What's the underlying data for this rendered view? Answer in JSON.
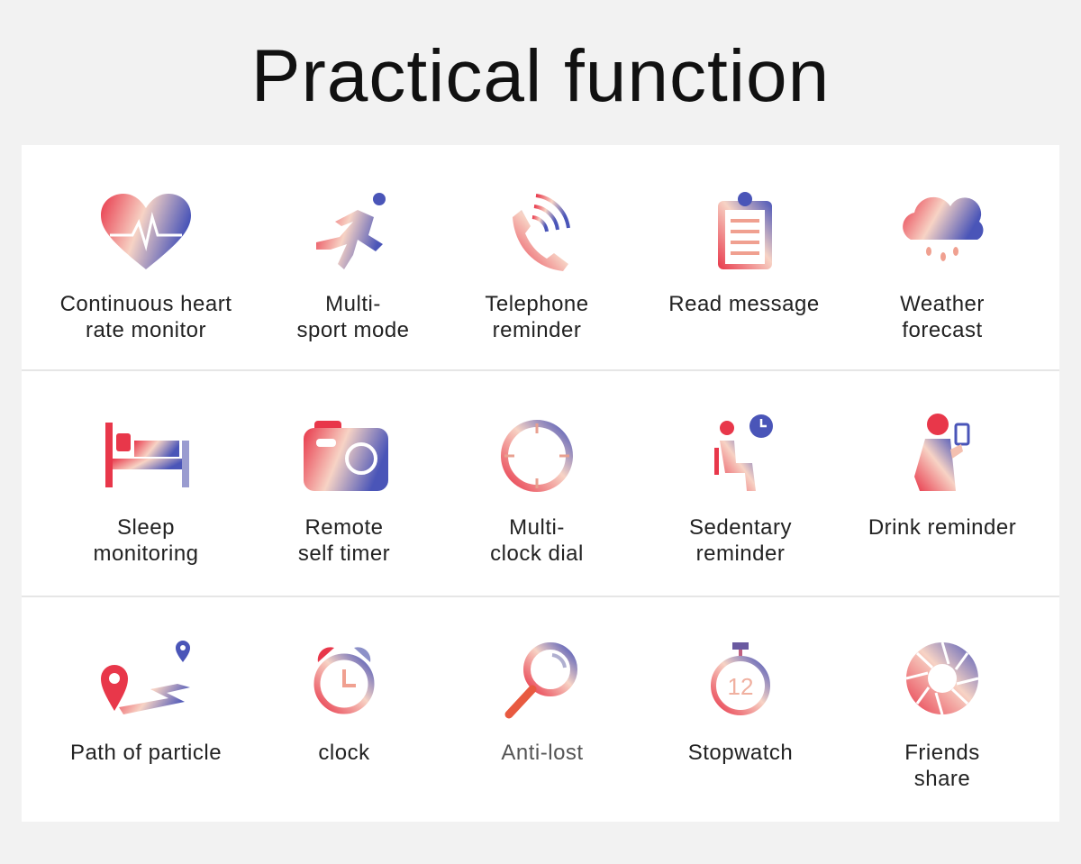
{
  "title": "Practical function",
  "colors": {
    "red": "#e8374a",
    "peach": "#f7d3c5",
    "blue": "#4a55b8"
  },
  "features": [
    [
      {
        "label_lines": [
          "Continuous heart",
          "rate monitor"
        ],
        "icon": "heart-rate-icon"
      },
      {
        "label_lines": [
          "Multi-",
          "sport mode"
        ],
        "icon": "running-icon"
      },
      {
        "label_lines": [
          "Telephone",
          "reminder"
        ],
        "icon": "phone-icon"
      },
      {
        "label_lines": [
          "Read message",
          ""
        ],
        "icon": "clipboard-icon"
      },
      {
        "label_lines": [
          "Weather",
          "forecast"
        ],
        "icon": "weather-icon"
      }
    ],
    [
      {
        "label_lines": [
          "Sleep",
          "monitoring"
        ],
        "icon": "bed-icon"
      },
      {
        "label_lines": [
          "Remote",
          "self timer"
        ],
        "icon": "camera-icon"
      },
      {
        "label_lines": [
          "Multi-",
          "clock dial"
        ],
        "icon": "dial-icon"
      },
      {
        "label_lines": [
          "Sedentary",
          "reminder"
        ],
        "icon": "sitting-icon"
      },
      {
        "label_lines": [
          "Drink  reminder",
          ""
        ],
        "icon": "drink-icon"
      }
    ],
    [
      {
        "label_lines": [
          "Path  of particle",
          ""
        ],
        "icon": "path-icon"
      },
      {
        "label_lines": [
          "clock",
          ""
        ],
        "icon": "alarm-clock-icon"
      },
      {
        "label_lines": [
          "Anti-lost",
          ""
        ],
        "icon": "search-icon"
      },
      {
        "label_lines": [
          "Stopwatch",
          ""
        ],
        "icon": "stopwatch-icon"
      },
      {
        "label_lines": [
          "Friends",
          "share"
        ],
        "icon": "share-icon"
      }
    ]
  ],
  "stopwatch_number": "12"
}
